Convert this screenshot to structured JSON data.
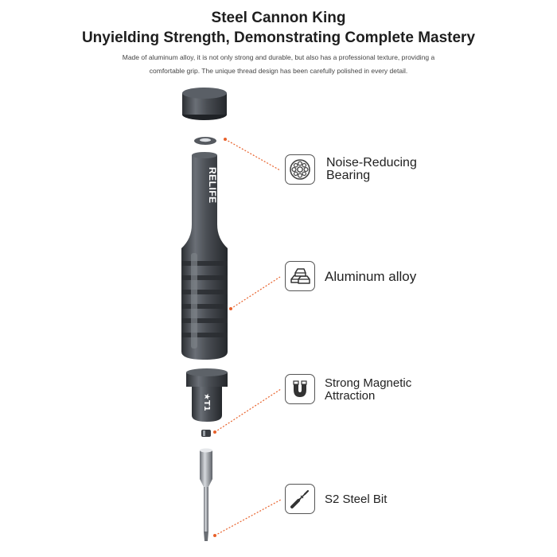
{
  "header": {
    "title_line1": "Steel Cannon King",
    "title_line2": "Unyielding Strength, Demonstrating Complete Mastery",
    "description_line1": "Made of aluminum alloy, it is not only strong and durable, but also has a professional texture, providing a",
    "description_line2": "comfortable grip. The unique thread design has been carefully polished in every detail."
  },
  "product": {
    "brand_text": "RELIFE",
    "bit_label": "★T1"
  },
  "features": [
    {
      "icon": "bearing-icon",
      "label_line1": "Noise-Reducing",
      "label_line2": "Bearing"
    },
    {
      "icon": "metal-ingot-icon",
      "label_line1": "Aluminum alloy",
      "label_line2": ""
    },
    {
      "icon": "magnet-icon",
      "label_line1": "Strong Magnetic",
      "label_line2": "Attraction"
    },
    {
      "icon": "screwdriver-icon",
      "label_line1": "S2 Steel Bit",
      "label_line2": ""
    }
  ],
  "colors": {
    "accent": "#e8622c",
    "body": "#4a4e54",
    "text": "#222222"
  }
}
